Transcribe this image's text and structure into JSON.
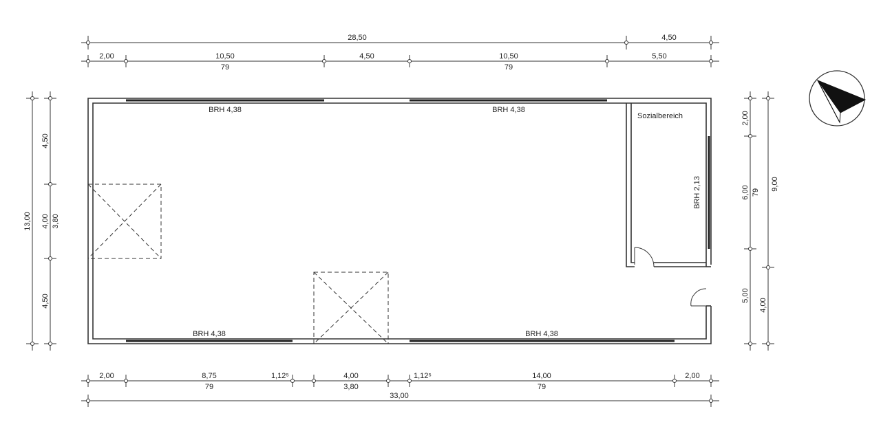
{
  "top_dims": {
    "overall": "28,50",
    "overall_right": "4,50",
    "seg1": "2,00",
    "seg2_top": "10,50",
    "seg2_bottom": "79",
    "seg3": "4,50",
    "seg4_top": "10,50",
    "seg4_bottom": "79",
    "seg5": "5,50"
  },
  "bottom_dims": {
    "seg1": "2,00",
    "seg2_top": "8,75",
    "seg2_bottom": "79",
    "seg3": "1,12⁵",
    "seg4_top": "4,00",
    "seg4_bottom": "3,80",
    "seg5": "1,12⁵",
    "seg6_top": "14,00",
    "seg6_bottom": "79",
    "seg7": "2,00",
    "overall": "33,00"
  },
  "left_dims": {
    "overall": "13,00",
    "seg1": "4,50",
    "seg2_top": "4,00",
    "seg2_bottom": "3,80",
    "seg3": "4,50"
  },
  "right_dims": {
    "inner_seg1": "2,00",
    "inner_seg2_top": "6,00",
    "inner_seg2_bottom": "79",
    "inner_seg3": "5,00",
    "outer_seg1": "9,00",
    "outer_seg2": "4,00"
  },
  "labels": {
    "brh_top_left": "BRH 4,38",
    "brh_top_right": "BRH 4,38",
    "brh_bottom_left": "BRH 4,38",
    "brh_bottom_right": "BRH 4,38",
    "brh_right": "BRH 2,13",
    "room_social": "Sozialbereich"
  }
}
